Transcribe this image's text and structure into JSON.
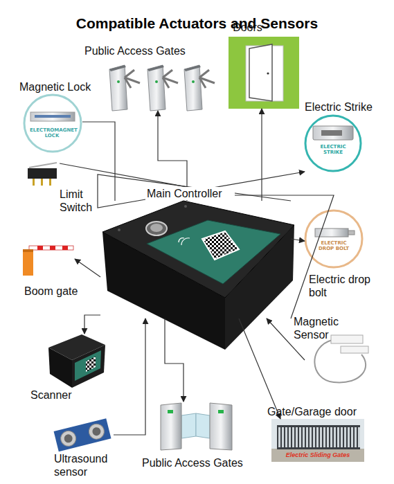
{
  "diagram": {
    "title": "Compatible Actuators and Sensors",
    "nodes": [
      {
        "text": [
          "Public Access Gates"
        ]
      },
      {
        "text": [
          "Doors"
        ]
      },
      {
        "text": [
          "Magnetic Lock",
          "ELECTROMAGNET LOCK"
        ]
      },
      {
        "text": [
          "Electric Strike",
          "ELECTRIC STRIKE"
        ]
      },
      {
        "text": [
          "Limit Switch"
        ]
      },
      {
        "text": [
          "Main Controller"
        ]
      },
      {
        "text": [
          "Boom gate"
        ]
      },
      {
        "text": [
          "Electric drop bolt",
          "ELECTRIC DROP BOLT"
        ]
      },
      {
        "text": [
          "Magnetic Sensor"
        ]
      },
      {
        "text": [
          "Scanner"
        ]
      },
      {
        "text": [
          "Gate/Garage door",
          "Electric Sliding Gates"
        ]
      },
      {
        "text": [
          "Ultrasound sensor"
        ]
      },
      {
        "text": [
          "Public Access Gates"
        ]
      }
    ],
    "edges": [
      {
        "from": 5,
        "to": 0,
        "arrow": "to"
      },
      {
        "from": 5,
        "to": 1,
        "arrow": "to"
      },
      {
        "from": 2,
        "to": 5,
        "arrow": "none"
      },
      {
        "from": 5,
        "to": 3,
        "arrow": "to"
      },
      {
        "from": 4,
        "to": 5,
        "arrow": "none"
      },
      {
        "from": 5,
        "to": 6,
        "arrow": "to"
      },
      {
        "from": 5,
        "to": 7,
        "arrow": "to"
      },
      {
        "from": 8,
        "to": 5,
        "arrow": "to"
      },
      {
        "from": 5,
        "to": 9,
        "arrow": "to"
      },
      {
        "from": 11,
        "to": 5,
        "arrow": "to"
      },
      {
        "from": 5,
        "to": 12,
        "arrow": "to"
      },
      {
        "from": 5,
        "to": 10,
        "arrow": "to"
      }
    ]
  }
}
